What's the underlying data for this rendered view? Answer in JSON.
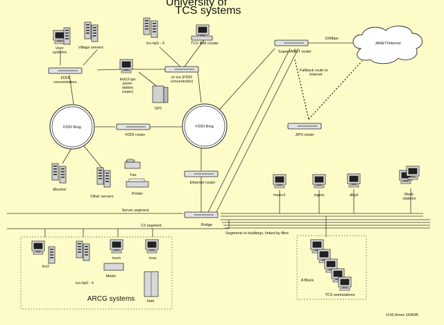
{
  "title": {
    "line1": "University of",
    "line2": "TCS systems"
  },
  "labels": {
    "user_systems": "User\nsystems",
    "village_servers": "Village servers",
    "tcs_hp": "tcs-hp0 - 4",
    "tcs_ibm": "TCS IBM cluster",
    "fddi_concentrators": "FDDI\nconcentrators",
    "bot_gw": "bot12-gw\n(work-\nstation\nrouter)",
    "tcs_fddi": "or tce (FDDI\nconcentrator)",
    "sp2": "SP2",
    "superjanet_router": "SuperJANET router",
    "speed": "10Mbps",
    "janet_internet": "JANET/Internet",
    "fallback": "Fallback route to\nInternet",
    "fddi_ring_left": "FDDI Ring",
    "fddi_ring_right": "FDDI Ring",
    "fddi_router": "FDDI router",
    "jips_router": "JIPS router",
    "dbsolvic": "dbsolvic",
    "other_servers": "Other servers",
    "fax": "Fax",
    "printer": "Printer",
    "ethernet_router": "Ethernet router",
    "mssrv1": "mssrv1",
    "ingres": "ingres",
    "dbyd": "dbyd",
    "workstations": "Work-\nstations",
    "server_segment": "Server segment",
    "bridge": "Bridge",
    "c2_segment": "C2 segment",
    "segments_buildings": "Segments to buildings, linked by fibre",
    "lnx2": "lnx2",
    "tcs_hp_arcg": "tcs-hp0 - 4",
    "tcom": "tcom",
    "tcsa": "tcsa",
    "meiko": "Meiko",
    "intel": "Intel",
    "arcg": "ARCG systems",
    "a_block": "A Block",
    "tcs_workstations": "TCS workstations",
    "signature": "H.M.Jones  16/8/95"
  },
  "colors": {
    "background": "#fdfcc8",
    "line": "#333333",
    "device": "#d8d8d8"
  }
}
